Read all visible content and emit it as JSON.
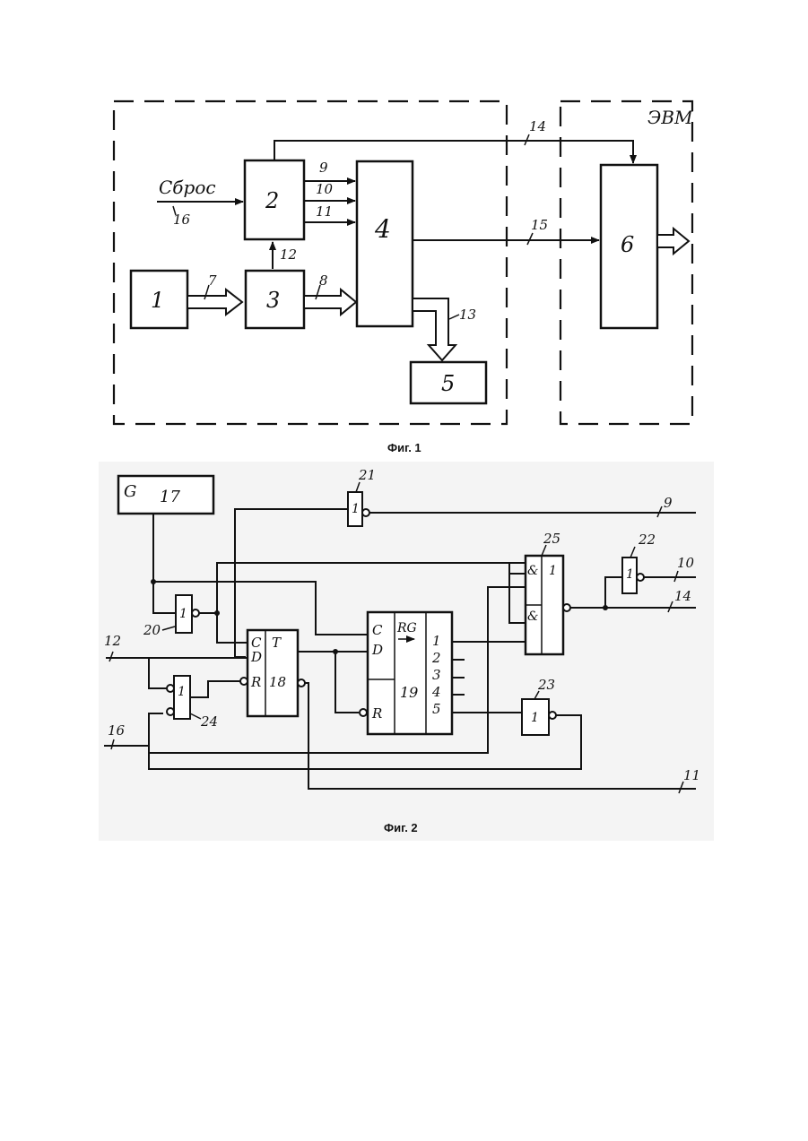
{
  "fig1": {
    "caption": "Фиг. 1",
    "evm_label": "ЭВМ",
    "reset_label": "Сброс",
    "blocks": {
      "b1": "1",
      "b2": "2",
      "b3": "3",
      "b4": "4",
      "b5": "5",
      "b6": "6"
    },
    "lines": {
      "l7": "7",
      "l8": "8",
      "l9": "9",
      "l10": "10",
      "l11": "11",
      "l12": "12",
      "l13": "13",
      "l14": "14",
      "l15": "15",
      "l16": "16"
    }
  },
  "fig2": {
    "caption": "Фиг. 2",
    "gen_symbol": "G",
    "blocks": {
      "b17": "17",
      "b18": "18",
      "b19": "19",
      "b20": "20",
      "b21": "21",
      "b22": "22",
      "b23": "23",
      "b24": "24",
      "b25": "25"
    },
    "gate_one": "1",
    "and_symbol": "&",
    "trigger": {
      "t": "T",
      "c": "C",
      "d": "D",
      "r": "R"
    },
    "register": {
      "rg": "RG",
      "c": "C",
      "d": "D",
      "r": "R",
      "outs": [
        "1",
        "2",
        "3",
        "4",
        "5"
      ]
    },
    "lines": {
      "l9": "9",
      "l10": "10",
      "l11": "11",
      "l12": "12",
      "l14": "14",
      "l16": "16"
    }
  }
}
